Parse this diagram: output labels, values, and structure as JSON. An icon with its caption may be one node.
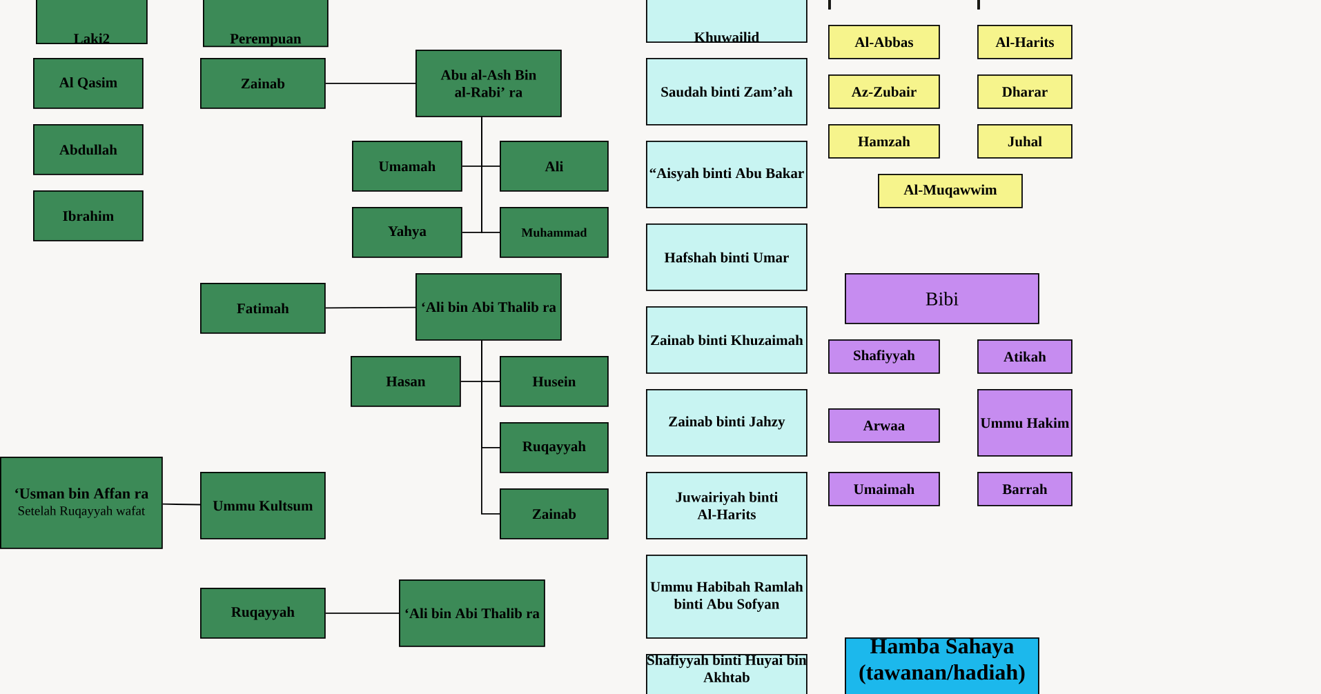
{
  "diagram": {
    "nodes": [
      {
        "text": [
          "Laki2"
        ]
      },
      {
        "text": [
          "Perempuan"
        ]
      },
      {
        "text": [
          "Al Qasim"
        ]
      },
      {
        "text": [
          "Abdullah"
        ]
      },
      {
        "text": [
          "Ibrahim"
        ]
      },
      {
        "text": [
          "Zainab"
        ]
      },
      {
        "text": [
          "Abu al-Ash Bin al-Rabi’ ra"
        ]
      },
      {
        "text": [
          "Umamah"
        ]
      },
      {
        "text": [
          "Ali"
        ]
      },
      {
        "text": [
          "Yahya"
        ]
      },
      {
        "text": [
          "Muhammad"
        ]
      },
      {
        "text": [
          "Fatimah"
        ]
      },
      {
        "text": [
          "‘Ali bin Abi Thalib ra"
        ]
      },
      {
        "text": [
          "Hasan"
        ]
      },
      {
        "text": [
          "Husein"
        ]
      },
      {
        "text": [
          "Ruqayyah"
        ]
      },
      {
        "text": [
          "Zainab"
        ]
      },
      {
        "text": [
          "‘Usman bin Affan ra",
          "Setelah Ruqayyah wafat"
        ]
      },
      {
        "text": [
          "Ummu Kultsum"
        ]
      },
      {
        "text": [
          "Ruqayyah"
        ]
      },
      {
        "text": [
          "‘Ali bin Abi Thalib ra"
        ]
      },
      {
        "text": [
          "Khuwailid"
        ]
      },
      {
        "text": [
          "Saudah binti Zam’ah"
        ]
      },
      {
        "text": [
          "“Aisyah binti Abu Bakar"
        ]
      },
      {
        "text": [
          "Hafshah binti Umar"
        ]
      },
      {
        "text": [
          "Zainab binti Khuzaimah"
        ]
      },
      {
        "text": [
          "Zainab binti Jahzy"
        ]
      },
      {
        "text": [
          "Juwairiyah binti Al-Harits"
        ]
      },
      {
        "text": [
          "Ummu Habibah Ramlah binti Abu Sofyan"
        ]
      },
      {
        "text": [
          "Shafiyyah binti Huyai bin Akhtab"
        ]
      },
      {
        "text": [],
        "shape": "box"
      },
      {
        "text": [],
        "shape": "box"
      },
      {
        "text": [
          "Al-Abbas"
        ]
      },
      {
        "text": [
          "Al-Harits"
        ]
      },
      {
        "text": [
          "Az-Zubair"
        ]
      },
      {
        "text": [
          "Dharar"
        ]
      },
      {
        "text": [
          "Hamzah"
        ]
      },
      {
        "text": [
          "Juhal"
        ]
      },
      {
        "text": [
          "Al-Muqawwim"
        ]
      },
      {
        "text": [
          "Bibi"
        ]
      },
      {
        "text": [
          "Shafiyyah"
        ]
      },
      {
        "text": [
          "Atikah"
        ]
      },
      {
        "text": [
          "Arwaa"
        ]
      },
      {
        "text": [
          "Ummu Hakim"
        ]
      },
      {
        "text": [
          "Umaimah"
        ]
      },
      {
        "text": [
          "Barrah"
        ]
      },
      {
        "text": [
          "Hamba Sahaya (tawanan/hadiah)"
        ]
      }
    ],
    "edges": [
      {
        "from": 5,
        "to": 6,
        "arrow": "none"
      },
      {
        "from": 6,
        "to": 7,
        "arrow": "none"
      },
      {
        "from": 6,
        "to": 8,
        "arrow": "none"
      },
      {
        "from": 6,
        "to": 9,
        "arrow": "none"
      },
      {
        "from": 6,
        "to": 10,
        "arrow": "none"
      },
      {
        "from": 11,
        "to": 12,
        "arrow": "none"
      },
      {
        "from": 12,
        "to": 13,
        "arrow": "none"
      },
      {
        "from": 12,
        "to": 14,
        "arrow": "none"
      },
      {
        "from": 12,
        "to": 15,
        "arrow": "none"
      },
      {
        "from": 12,
        "to": 16,
        "arrow": "none"
      },
      {
        "from": 17,
        "to": 18,
        "arrow": "none"
      },
      {
        "from": 19,
        "to": 20,
        "arrow": "none"
      }
    ]
  }
}
